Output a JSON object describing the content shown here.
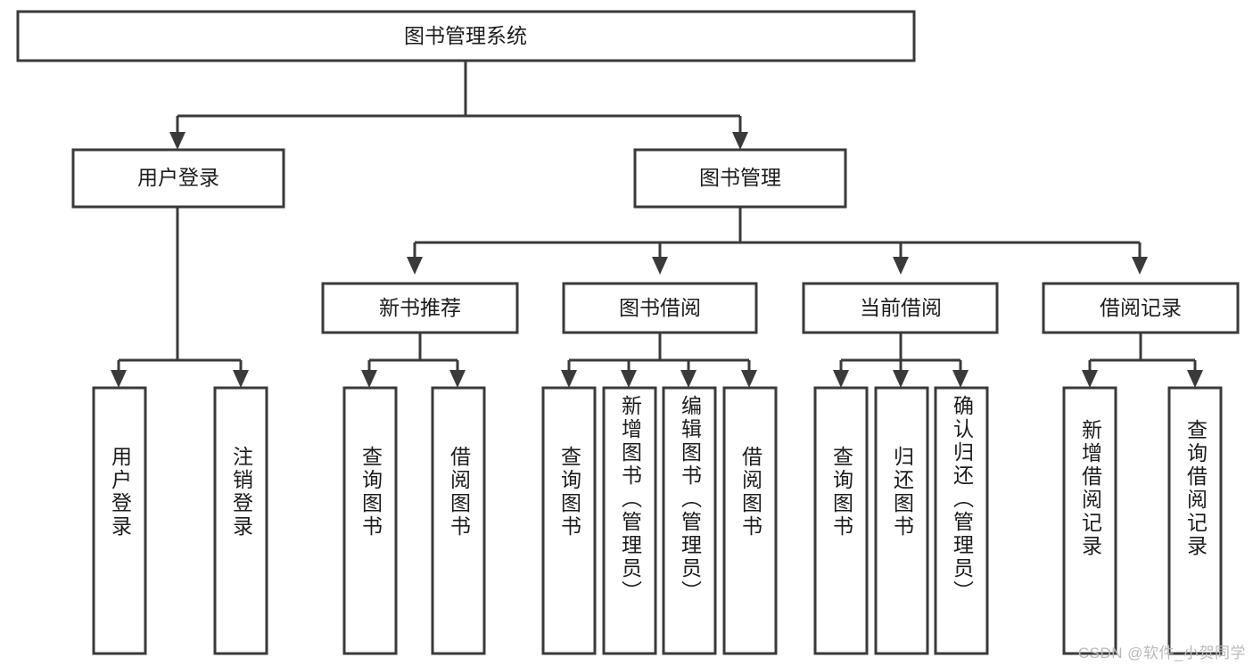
{
  "diagram": {
    "type": "tree-hierarchy-chart",
    "title_node": {
      "label": "图书管理系统"
    },
    "level2": [
      {
        "label": "用户登录"
      },
      {
        "label": "图书管理"
      }
    ],
    "level3": [
      {
        "label": "新书推荐"
      },
      {
        "label": "图书借阅"
      },
      {
        "label": "当前借阅"
      },
      {
        "label": "借阅记录"
      }
    ],
    "leaves": {
      "user_login": [
        {
          "label": "用户登录"
        },
        {
          "label": "注销登录"
        }
      ],
      "new_book_recommend": [
        {
          "label": "查询图书"
        },
        {
          "label": "借阅图书"
        }
      ],
      "book_borrow": [
        {
          "label": "查询图书"
        },
        {
          "label": "新增图书（管理员）"
        },
        {
          "label": "编辑图书（管理员）"
        },
        {
          "label": "借阅图书"
        }
      ],
      "current_borrow": [
        {
          "label": "查询图书"
        },
        {
          "label": "归还图书"
        },
        {
          "label": "确认归还（管理员）"
        }
      ],
      "borrow_records": [
        {
          "label": "新增借阅记录"
        },
        {
          "label": "查询借阅记录"
        }
      ]
    },
    "watermark": "CSDN @软件_小贺同学",
    "colors": {
      "stroke": "#3a3a3a",
      "fill": "#ffffff",
      "text": "#1c1c1c",
      "watermark": "#b9b9b9"
    }
  }
}
